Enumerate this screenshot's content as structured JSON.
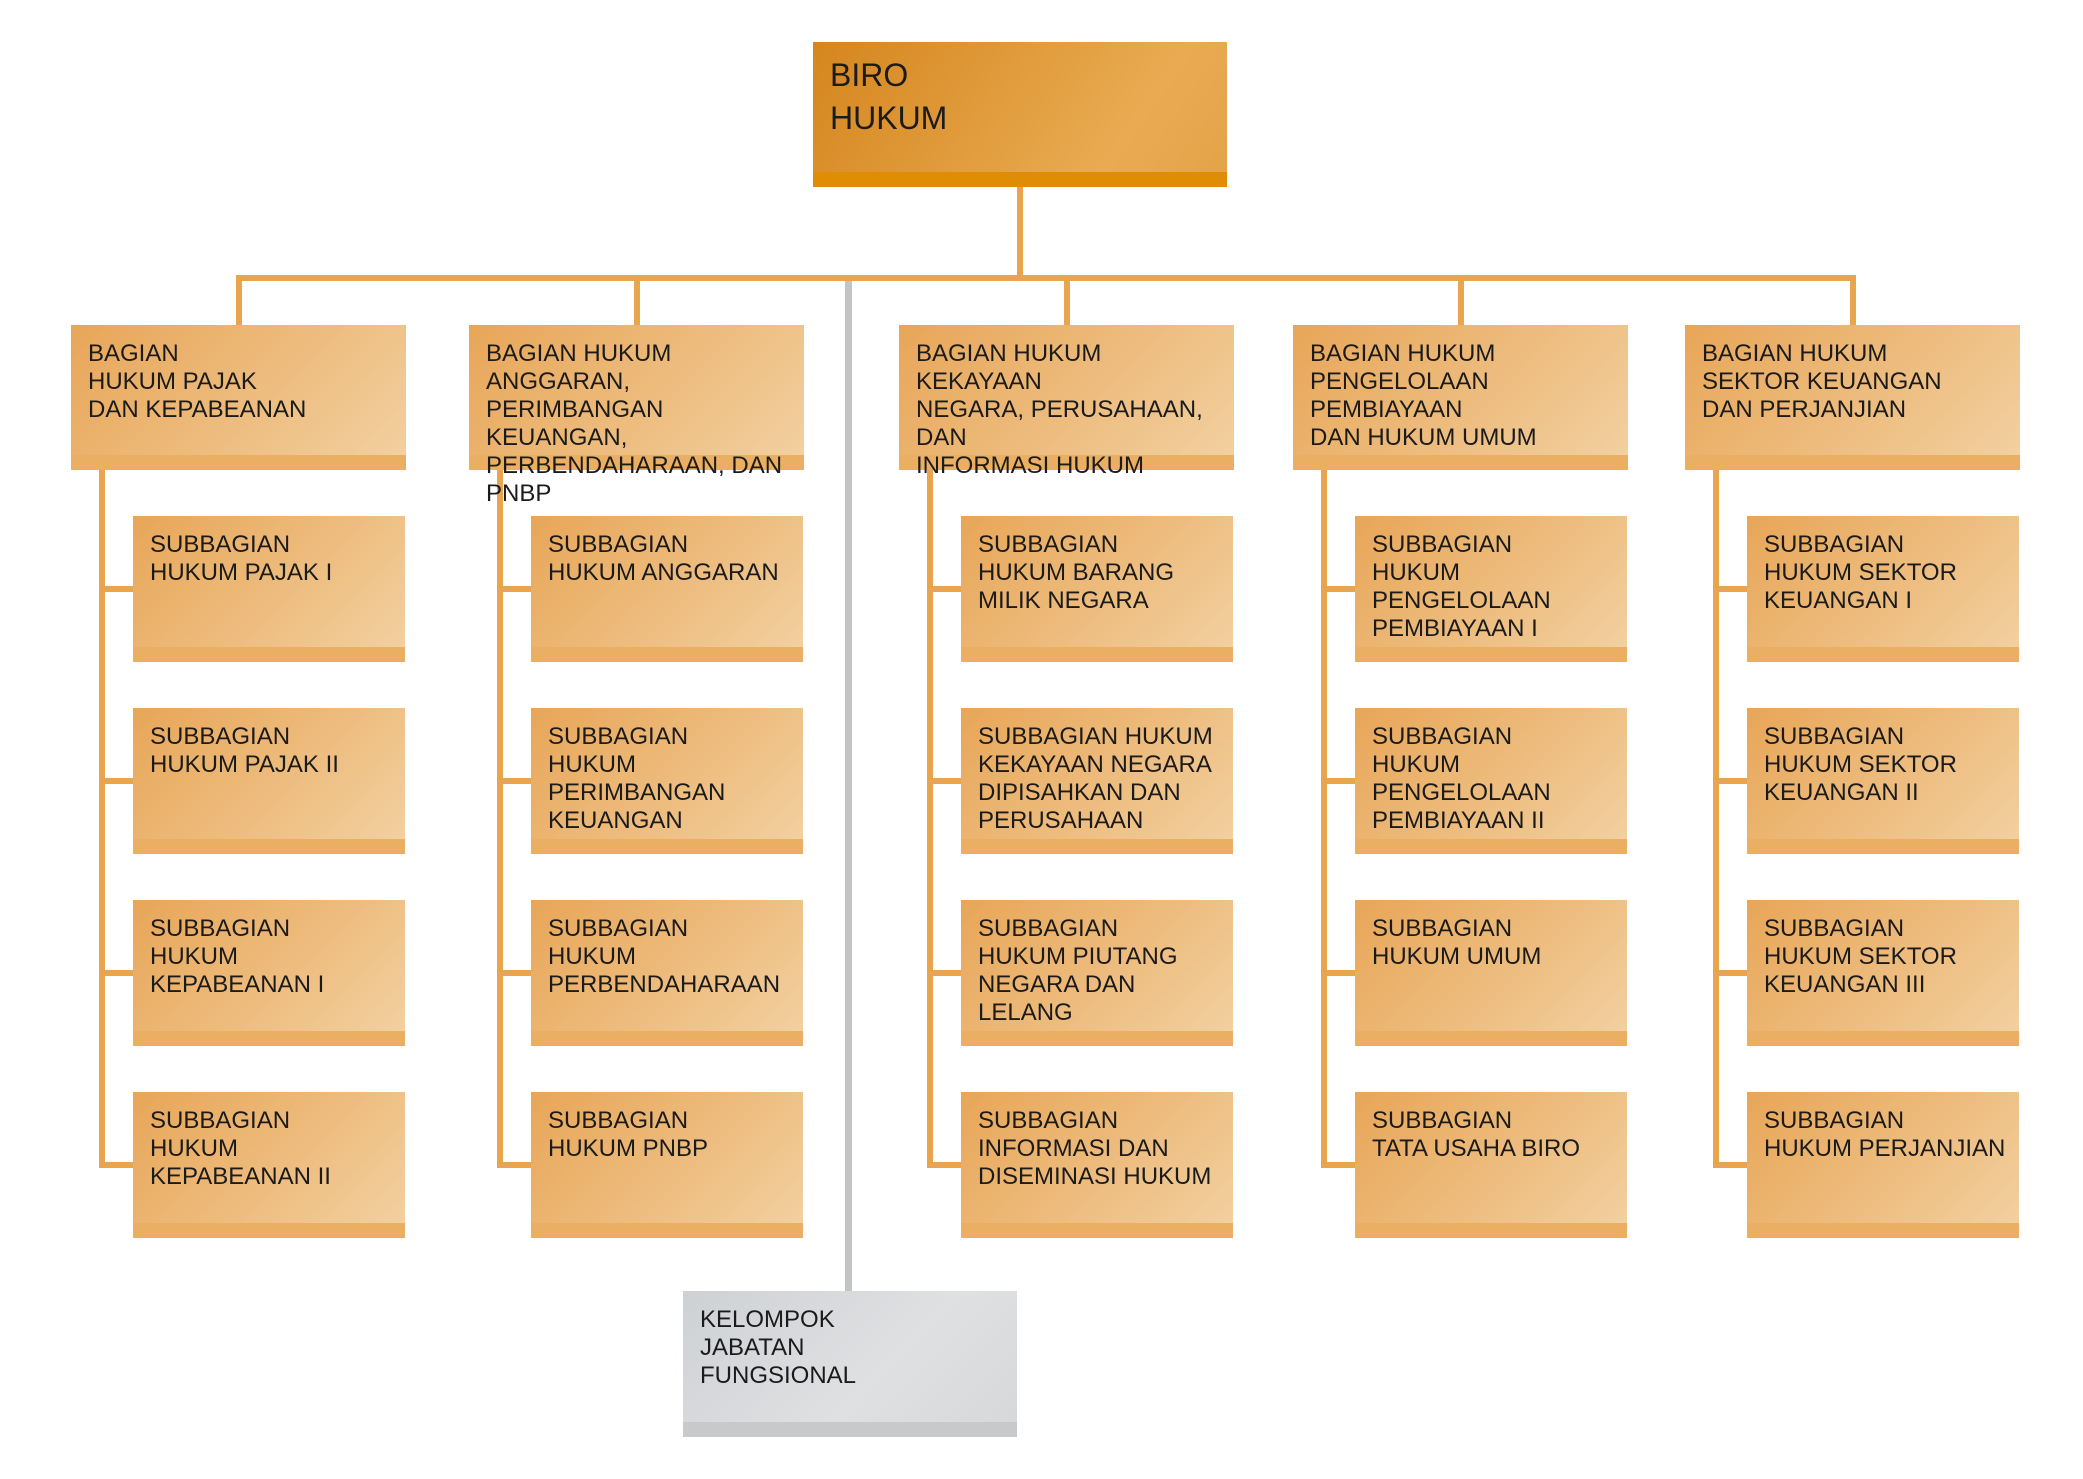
{
  "chart": {
    "root": {
      "label": "BIRO\nHUKUM"
    },
    "divisions": [
      {
        "label": "BAGIAN\nHUKUM PAJAK\nDAN KEPABEANAN",
        "subdivisions": [
          "SUBBAGIAN\nHUKUM PAJAK I",
          "SUBBAGIAN\nHUKUM PAJAK II",
          "SUBBAGIAN\nHUKUM KEPABEANAN I",
          "SUBBAGIAN\nHUKUM KEPABEANAN II"
        ]
      },
      {
        "label": "BAGIAN HUKUM ANGGARAN,\nPERIMBANGAN KEUANGAN,\nPERBENDAHARAAN, DAN PNBP",
        "subdivisions": [
          "SUBBAGIAN\nHUKUM ANGGARAN",
          "SUBBAGIAN\nHUKUM PERIMBANGAN\nKEUANGAN",
          "SUBBAGIAN\nHUKUM\nPERBENDAHARAAN",
          "SUBBAGIAN\nHUKUM PNBP"
        ]
      },
      {
        "label": "BAGIAN HUKUM KEKAYAAN\nNEGARA, PERUSAHAAN, DAN\nINFORMASI HUKUM",
        "subdivisions": [
          "SUBBAGIAN\nHUKUM BARANG\nMILIK NEGARA",
          "SUBBAGIAN HUKUM\nKEKAYAAN NEGARA\nDIPISAHKAN DAN\nPERUSAHAAN",
          "SUBBAGIAN\nHUKUM PIUTANG\nNEGARA DAN LELANG",
          "SUBBAGIAN\nINFORMASI DAN\nDISEMINASI HUKUM"
        ]
      },
      {
        "label": "BAGIAN HUKUM\nPENGELOLAAN PEMBIAYAAN\nDAN HUKUM UMUM",
        "subdivisions": [
          "SUBBAGIAN\nHUKUM PENGELOLAAN\nPEMBIAYAAN I",
          "SUBBAGIAN\nHUKUM PENGELOLAAN\nPEMBIAYAAN II",
          "SUBBAGIAN\nHUKUM UMUM",
          "SUBBAGIAN\nTATA USAHA BIRO"
        ]
      },
      {
        "label": "BAGIAN HUKUM\nSEKTOR KEUANGAN\nDAN PERJANJIAN",
        "subdivisions": [
          "SUBBAGIAN\nHUKUM SEKTOR\nKEUANGAN I",
          "SUBBAGIAN\nHUKUM SEKTOR\nKEUANGAN II",
          "SUBBAGIAN\nHUKUM SEKTOR\nKEUANGAN III",
          "SUBBAGIAN\nHUKUM PERJANJIAN"
        ]
      }
    ],
    "functional_group": {
      "label": "KELOMPOK\nJABATAN\nFUNGSIONAL"
    }
  },
  "colors": {
    "accent_orange": "#E8A54E",
    "root_gradient_start": "#D5861E",
    "root_gradient_end": "#E9AB52",
    "root_strip": "#DE8D04",
    "node_gradient_start": "#E8A658",
    "node_gradient_end": "#F2D0A0",
    "node_strip": "#EAAF63",
    "gray_fill_start": "#CED1D4",
    "gray_fill_end": "#DFE0E2",
    "gray_strip": "#C7C9CB",
    "gray_line": "#C3C4C6"
  }
}
